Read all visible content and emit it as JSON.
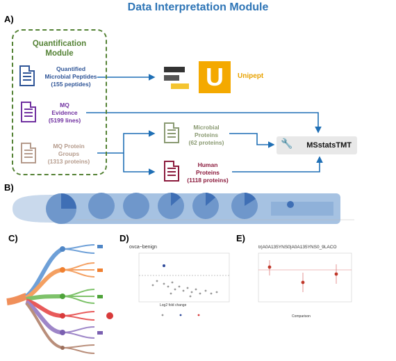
{
  "title": "Data Interpretation Module",
  "panels": {
    "a": "A)",
    "b": "B)",
    "c": "C)",
    "d": "D)",
    "e": "E)"
  },
  "colors": {
    "title": "#2e75b6",
    "quant_green": "#548235",
    "microbial_blue": "#2f5597",
    "evidence_purple": "#7030a0",
    "protein_groups_tan": "#b59b8c",
    "microbial_proteins_olive": "#8a9a72",
    "human_red": "#8b1a3c",
    "unipept_orange": "#f4a900",
    "arrow_blue": "#1f6fb5"
  },
  "quantification_module": {
    "line1": "Quantification",
    "line2": "Module"
  },
  "items": {
    "peptides": {
      "l1": "Quantified",
      "l2": "Microbial Peptides",
      "l3": "(155 peptides)",
      "icon": "document-icon"
    },
    "evidence": {
      "l1": "MQ",
      "l2": "Evidence",
      "l3": "(5199 lines)",
      "icon": "document-icon"
    },
    "protein_groups": {
      "l1": "MQ Protein",
      "l2": "Groups",
      "l3": "(1313 proteins)",
      "icon": "document-icon"
    },
    "microbial_proteins": {
      "l1": "Microbial",
      "l2": "Proteins",
      "l3": "(62 proteins)",
      "icon": "document-icon"
    },
    "human_proteins": {
      "l1": "Human",
      "l2": "Proteins",
      "l3": "(1118 proteins)",
      "icon": "document-icon"
    }
  },
  "unipept": {
    "letter": "U",
    "name": "Unipept"
  },
  "msstats": {
    "name": "MSstatsTMT",
    "icon": "wrench-icon"
  },
  "plot_d": {
    "title": "ovca~benign",
    "xlabel": "Log2 fold change"
  },
  "plot_e": {
    "title": "tr|A0A135YNS0|A0A135YNS0_9LACO",
    "xlabel": "Comparison"
  }
}
